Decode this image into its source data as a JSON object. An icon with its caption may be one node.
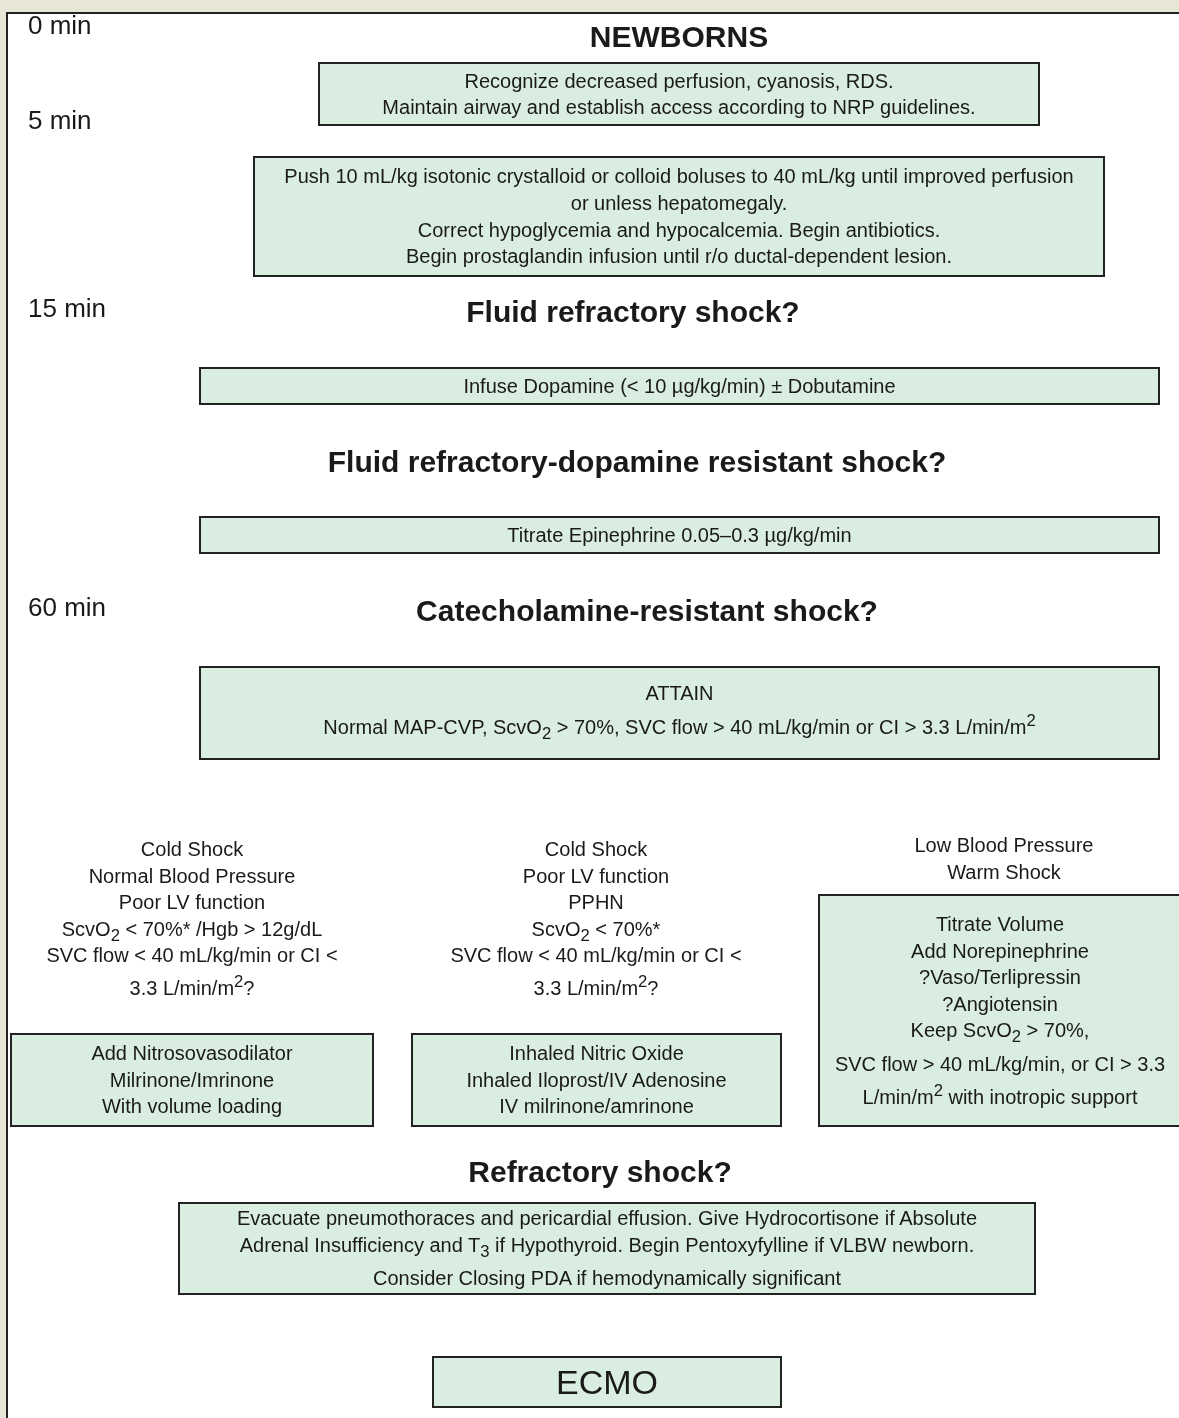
{
  "diagram": {
    "title": "NEWBORNS",
    "nodes": [
      {
        "text": [
          "Recognize decreased perfusion, cyanosis, RDS.",
          "Maintain airway and establish access according to NRP guidelines."
        ]
      },
      {
        "text": [
          "Push 10 mL/kg isotonic crystalloid or colloid boluses to 40 mL/kg until improved perfusion or unless hepatomegaly.",
          "Correct hypoglycemia and hypocalcemia. Begin antibiotics.",
          "Begin prostaglandin infusion until r/o ductal-dependent lesion."
        ]
      },
      {
        "text": [
          "Infuse Dopamine (< 10 µg/kg/min) ± Dobutamine"
        ]
      },
      {
        "text": [
          "Titrate Epinephrine 0.05–0.3 µg/kg/min"
        ]
      },
      {
        "text": [
          "ATTAIN",
          "Normal MAP-CVP, ScvO$_{2}$ > 70%, SVC flow > 40 mL/kg/min or CI > 3.3 L/min/m$^{2}$"
        ]
      },
      {
        "text": [
          "Add Nitrosovasodilator",
          "Milrinone/Imrinone",
          "With volume loading"
        ]
      },
      {
        "text": [
          "Inhaled Nitric Oxide",
          "Inhaled Iloprost/IV Adenosine",
          "IV milrinone/amrinone"
        ]
      },
      {
        "text": [
          "Titrate Volume",
          "Add Norepinephrine",
          "?Vaso/Terlipressin",
          "?Angiotensin",
          "Keep ScvO$_{2}$ > 70%,",
          "SVC flow > 40 mL/kg/min, or CI > 3.3 L/min/m$^{2}$ with inotropic support"
        ]
      },
      {
        "text": [
          "Evacuate pneumothoraces and pericardial effusion. Give Hydrocortisone if Absolute Adrenal Insufficiency and T$_{3}$ if Hypothyroid. Begin Pentoxyfylline if VLBW newborn. Consider Closing PDA if hemodynamically significant"
        ]
      },
      {
        "text": [
          "ECMO"
        ]
      }
    ],
    "labels": [
      "0 min",
      "5 min",
      "15 min",
      "Fluid refractory shock?",
      "Fluid refractory-dopamine resistant shock?",
      "60 min",
      "Catecholamine-resistant shock?",
      "Cold Shock",
      "Normal Blood Pressure",
      "Poor LV function",
      "ScvO$_{2}$ < 70%* /Hgb > 12g/dL",
      "SVC flow < 40 mL/kg/min or CI < 3.3 L/min/m$^{2}$?",
      "Cold Shock",
      "Poor LV function",
      "PPHN",
      "ScvO$_{2}$ < 70%*",
      "SVC flow < 40 mL/kg/min or CI < 3.3 L/min/m$^{2}$?",
      "Low Blood Pressure",
      "Warm Shock",
      "Refractory shock?"
    ]
  }
}
